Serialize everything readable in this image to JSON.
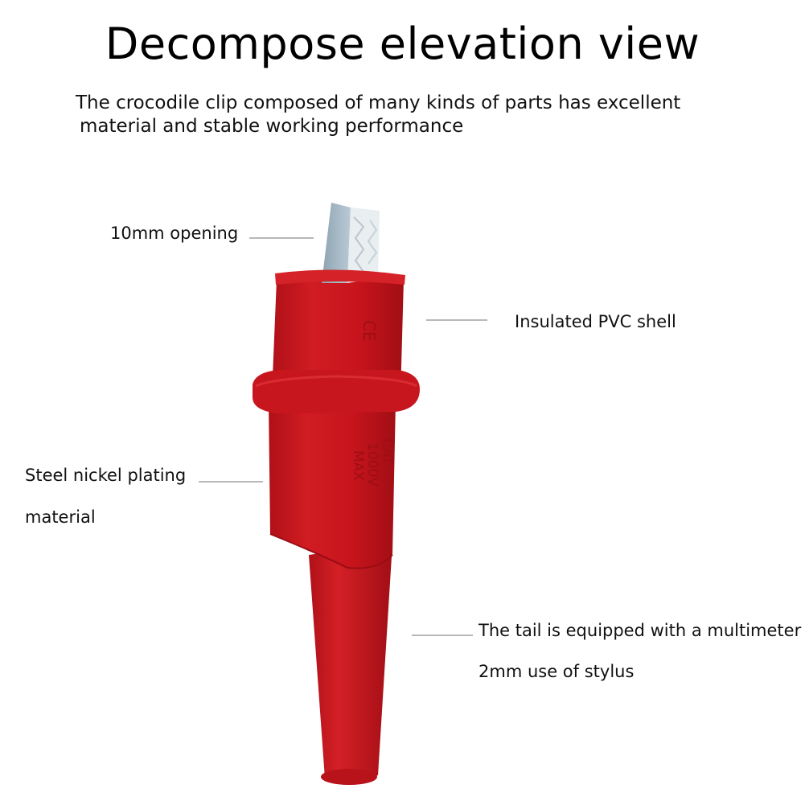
{
  "header": {
    "title": "Decompose elevation view",
    "subtitle_line1": "The crocodile clip composed of many kinds of parts has excellent",
    "subtitle_line2": "material and stable working performance"
  },
  "callouts": {
    "opening": "10mm opening",
    "shell": "Insulated PVC shell",
    "plating_line1": "Steel nickel plating",
    "plating_line2": "material",
    "tail_line1": "The tail is equipped with a multimeter",
    "tail_line2": "2mm use of stylus"
  },
  "markings": {
    "upper": "CE",
    "lower_1": "MAX",
    "lower_2": "1000V",
    "lower_3": "CAT"
  },
  "colors": {
    "shell_red": "#c8141c",
    "shell_dark": "#a20e15",
    "shell_light": "#dd2a30",
    "jaw_steel": "#a9bcc9",
    "jaw_white": "#e9eef1",
    "leader_gray": "#b8b8b8"
  }
}
